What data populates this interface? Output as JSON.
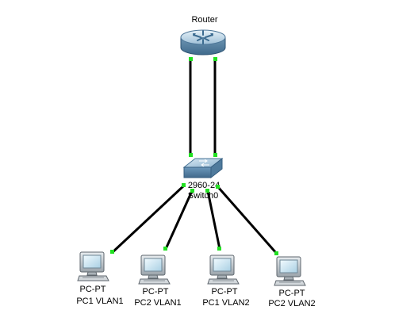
{
  "router": {
    "label": "Router"
  },
  "switch": {
    "model": "2960-24",
    "name": "Switch0"
  },
  "pcs": [
    {
      "type": "PC-PT",
      "name": "PC1 VLAN1"
    },
    {
      "type": "PC-PT",
      "name": "PC2 VLAN1"
    },
    {
      "type": "PC-PT",
      "name": "PC1 VLAN2"
    },
    {
      "type": "PC-PT",
      "name": "PC2 VLAN2"
    }
  ],
  "colors": {
    "port_link_up": "#22e022",
    "cable": "#000000",
    "router_body": "#8fb4cf",
    "switch_body": "#7ca7c5",
    "pc_body": "#c9cfd3",
    "pc_screen": "#cfe6f2"
  },
  "icons": {
    "router": "router-icon",
    "switch": "switch-icon",
    "pc": "pc-icon"
  }
}
